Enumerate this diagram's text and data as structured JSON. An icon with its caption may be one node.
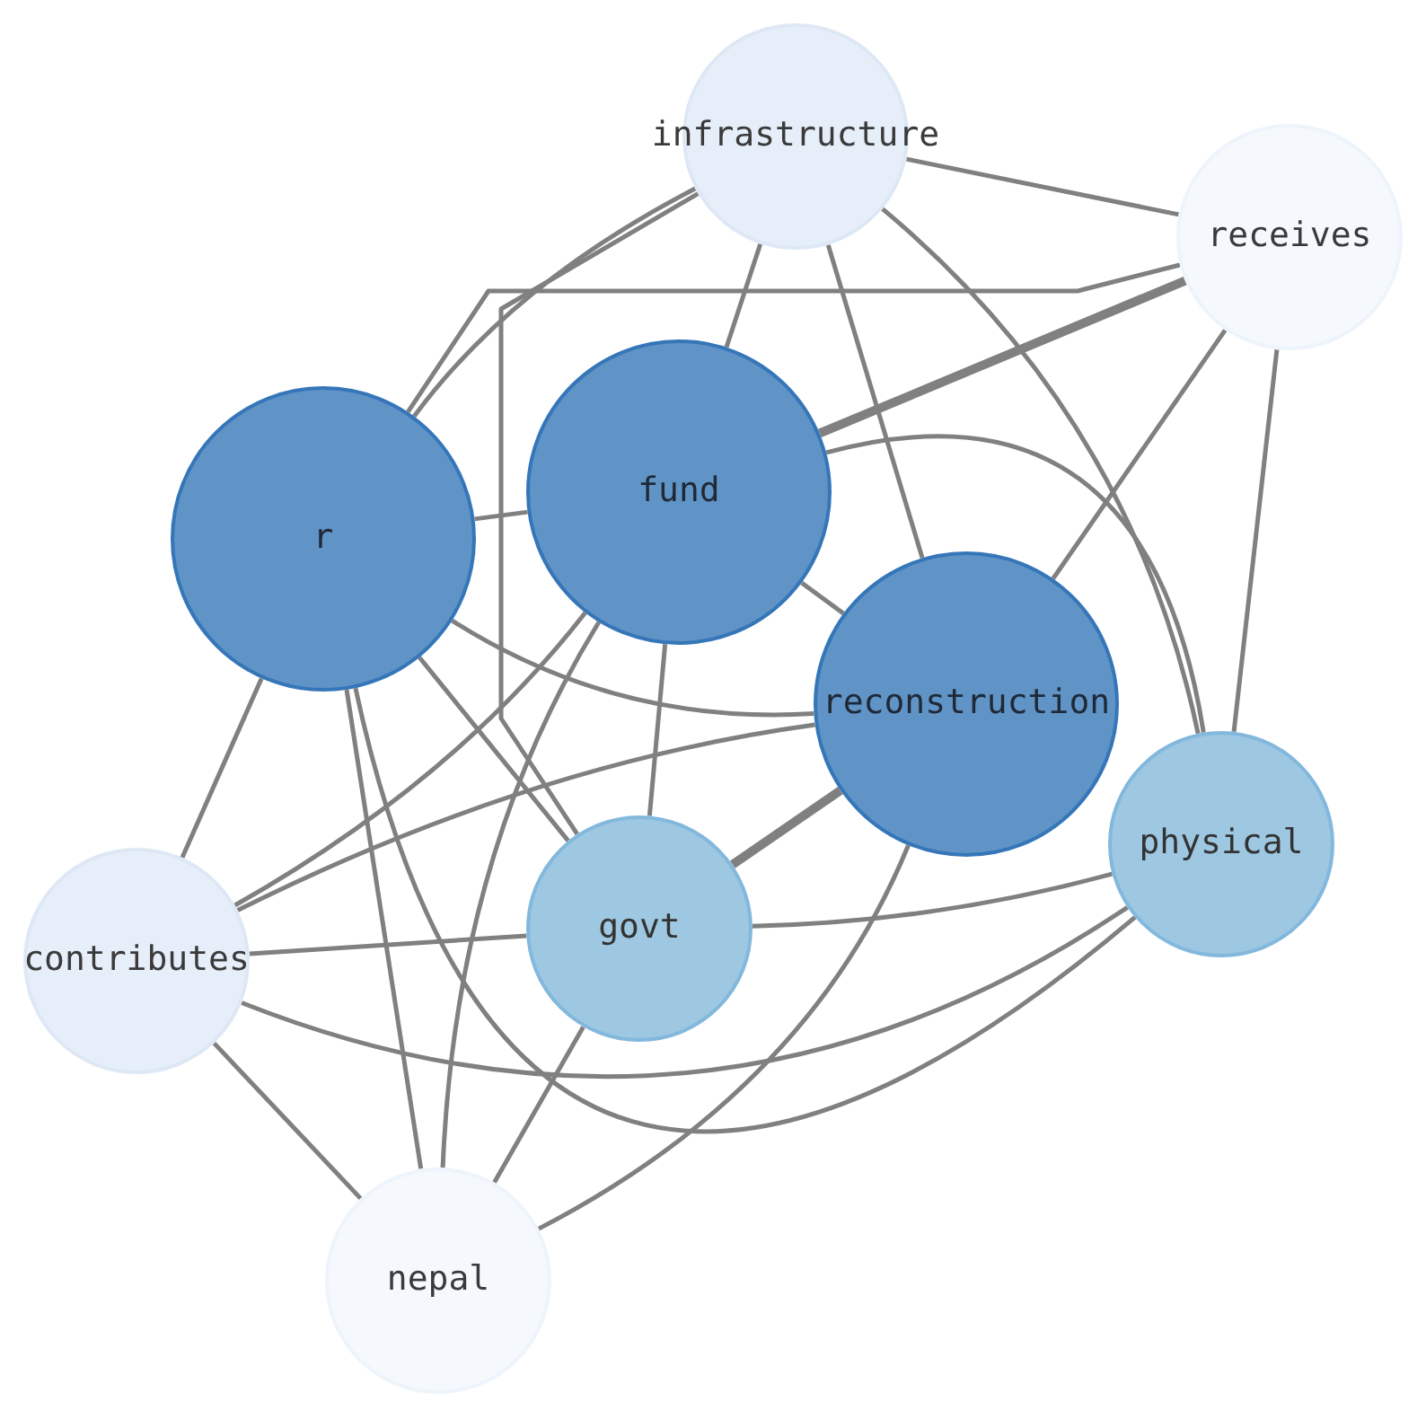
{
  "diagram": {
    "nodes": [
      {
        "text": [
          "infrastructure"
        ]
      },
      {
        "text": [
          "receives"
        ]
      },
      {
        "text": [
          "r"
        ]
      },
      {
        "text": [
          "fund"
        ]
      },
      {
        "text": [
          "reconstruction"
        ]
      },
      {
        "text": [
          "physical"
        ]
      },
      {
        "text": [
          "govt"
        ]
      },
      {
        "text": [
          "contributes"
        ]
      },
      {
        "text": [
          "nepal"
        ]
      }
    ],
    "edges": [
      {
        "from": 0,
        "to": 1,
        "arrow": "none"
      },
      {
        "from": 0,
        "to": 2,
        "arrow": "none"
      },
      {
        "from": 0,
        "to": 3,
        "arrow": "none"
      },
      {
        "from": 0,
        "to": 6,
        "arrow": "none"
      },
      {
        "from": 0,
        "to": 4,
        "arrow": "none"
      },
      {
        "from": 0,
        "to": 5,
        "arrow": "none"
      },
      {
        "from": 1,
        "to": 2,
        "arrow": "none"
      },
      {
        "from": 1,
        "to": 3,
        "arrow": "none",
        "style": "thick"
      },
      {
        "from": 1,
        "to": 4,
        "arrow": "none"
      },
      {
        "from": 1,
        "to": 5,
        "arrow": "none"
      },
      {
        "from": 2,
        "to": 3,
        "arrow": "none"
      },
      {
        "from": 2,
        "to": 4,
        "arrow": "none"
      },
      {
        "from": 2,
        "to": 5,
        "arrow": "none"
      },
      {
        "from": 2,
        "to": 6,
        "arrow": "none"
      },
      {
        "from": 2,
        "to": 7,
        "arrow": "none"
      },
      {
        "from": 2,
        "to": 8,
        "arrow": "none"
      },
      {
        "from": 3,
        "to": 4,
        "arrow": "none"
      },
      {
        "from": 3,
        "to": 5,
        "arrow": "none"
      },
      {
        "from": 3,
        "to": 6,
        "arrow": "none"
      },
      {
        "from": 3,
        "to": 7,
        "arrow": "none"
      },
      {
        "from": 3,
        "to": 8,
        "arrow": "none"
      },
      {
        "from": 4,
        "to": 6,
        "arrow": "none",
        "style": "thick"
      },
      {
        "from": 4,
        "to": 7,
        "arrow": "none"
      },
      {
        "from": 4,
        "to": 8,
        "arrow": "none"
      },
      {
        "from": 5,
        "to": 6,
        "arrow": "none"
      },
      {
        "from": 5,
        "to": 7,
        "arrow": "none"
      },
      {
        "from": 6,
        "to": 7,
        "arrow": "none"
      },
      {
        "from": 6,
        "to": 8,
        "arrow": "none"
      },
      {
        "from": 7,
        "to": 8,
        "arrow": "none"
      }
    ]
  }
}
